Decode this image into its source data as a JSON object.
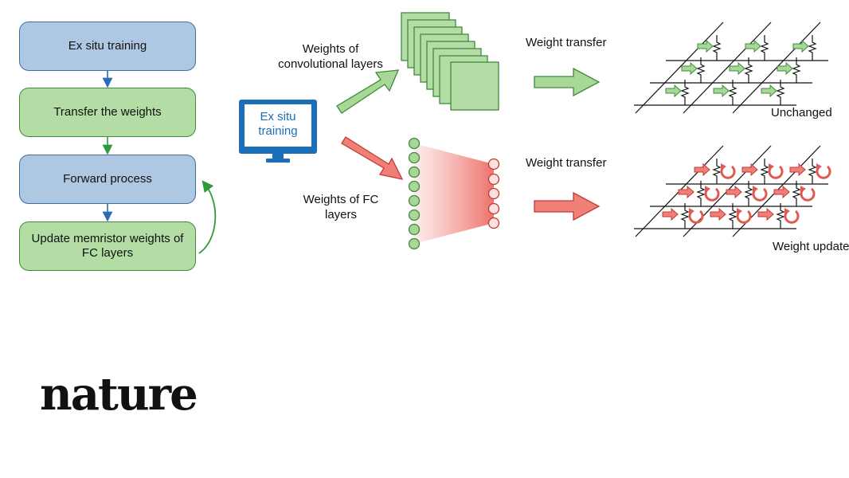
{
  "flowchart": {
    "steps": [
      {
        "label": "Ex situ training",
        "color": "blue"
      },
      {
        "label": "Transfer the weights",
        "color": "green"
      },
      {
        "label": "Forward process",
        "color": "blue"
      },
      {
        "label": "Update memristor weights of FC layers",
        "color": "green"
      }
    ]
  },
  "monitor": {
    "label": "Ex situ training"
  },
  "labels": {
    "conv_weights": "Weights of convolutional layers",
    "fc_weights": "Weights of FC layers",
    "transfer_top": "Weight transfer",
    "transfer_bottom": "Weight transfer",
    "unchanged": "Unchanged",
    "weight_update": "Weight update"
  },
  "brand": {
    "name": "nature"
  },
  "colors": {
    "blue_fill": "#aec8e4",
    "green_fill": "#b3dda5",
    "red_arrow": "#f07f78",
    "green_arrow": "#a8d898",
    "monitor": "#1a6fb8"
  }
}
